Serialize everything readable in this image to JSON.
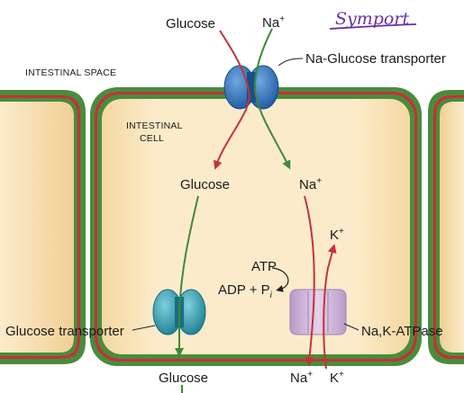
{
  "labels": {
    "glucose_top": "Glucose",
    "na_top": "Na",
    "na_top_sup": "+",
    "symport": "Symport",
    "na_glucose_transporter": "Na-Glucose transporter",
    "intestinal_space": "INTESTINAL SPACE",
    "intestinal_cell_line1": "INTESTINAL",
    "intestinal_cell_line2": "CELL",
    "glucose_mid": "Glucose",
    "na_mid": "Na",
    "na_mid_sup": "+",
    "k_upper": "K",
    "k_upper_sup": "+",
    "atp": "ATP",
    "adp_pi": "ADP + P",
    "adp_pi_sub": "i",
    "glucose_transporter": "Glucose transporter",
    "na_k_atpase": "Na,K-ATPase",
    "glucose_bottom": "Glucose",
    "na_bottom": "Na",
    "na_bottom_sup": "+",
    "k_bottom": "K",
    "k_bottom_sup": "+"
  },
  "colors": {
    "membrane_green": "#4a8c3c",
    "membrane_red": "#c4323a",
    "cell_fill": "#fbe9c6",
    "glucose_arrow": "#c4323a",
    "sodium_arrow": "#3e8a3a",
    "symporter": "#2f6fb3",
    "glucose_transporter": "#2d93a8",
    "atpase": "#cbb2d6",
    "handwriting": "#6a2fa8"
  }
}
